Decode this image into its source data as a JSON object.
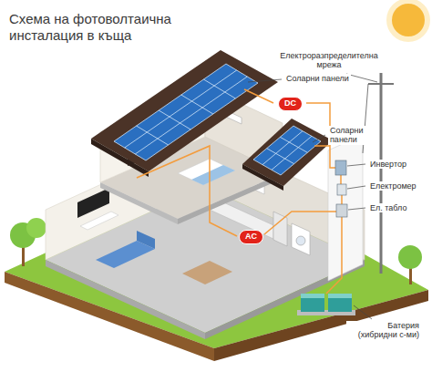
{
  "diagram": {
    "title": "Схема на фотоволтаична инсталация в къща",
    "nodes": [
      {
        "text": [
          "DC"
        ]
      },
      {
        "text": [
          "AC"
        ]
      }
    ],
    "labels": [
      "Електроразпределителна мрежа",
      "Соларни панели",
      "Соларни панели",
      "Инвертор",
      "Електромер",
      "Ел. табло",
      "Батерия (хибридни с-ми)"
    ]
  }
}
